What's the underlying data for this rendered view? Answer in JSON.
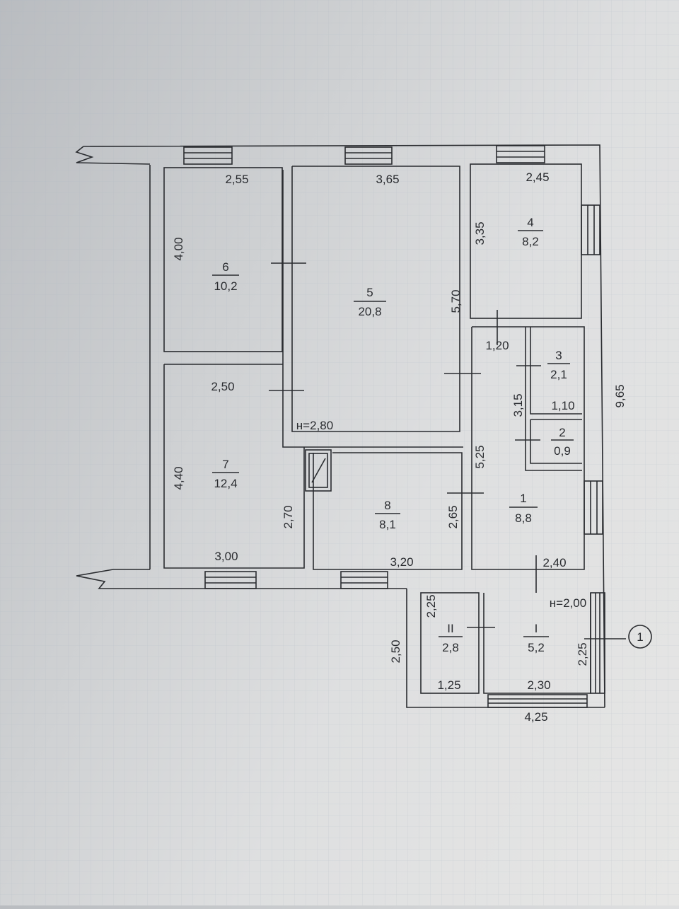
{
  "rooms": [
    {
      "id": "1",
      "area": "8,8"
    },
    {
      "id": "2",
      "area": "0,9"
    },
    {
      "id": "3",
      "area": "2,1"
    },
    {
      "id": "4",
      "area": "8,2"
    },
    {
      "id": "5",
      "area": "20,8"
    },
    {
      "id": "6",
      "area": "10,2"
    },
    {
      "id": "7",
      "area": "12,4"
    },
    {
      "id": "8",
      "area": "8,1"
    },
    {
      "id": "I",
      "area": "5,2"
    },
    {
      "id": "II",
      "area": "2,8"
    }
  ],
  "dimensions": {
    "r6_width": "2,55",
    "r6_height": "4,00",
    "r5_width": "3,65",
    "r5_height": "5,70",
    "r4_width": "2,45",
    "r4_height": "3,35",
    "corridor_width": "1,20",
    "r3_height": "3,15",
    "r3_width": "1,10",
    "r1_height": "5,25",
    "r1_width": "2,40",
    "overall_height": "9,65",
    "r7_width_top": "2,50",
    "r7_height": "4,40",
    "r7_width_bottom": "3,00",
    "r8_height_left": "2,70",
    "r8_height_right": "2,65",
    "r8_width": "3,20",
    "ceiling_main": "н=2,80",
    "ceiling_porch": "н=2,00",
    "porch_II_height": "2,25",
    "porch_height": "2,50",
    "porch_II_width": "1,25",
    "porch_I_width": "2,30",
    "porch_total_width": "4,25",
    "porch_I_height": "2,25"
  },
  "marker": {
    "label": "1"
  },
  "colors": {
    "ink": "#2a2c30",
    "grid": "#a9b4c2"
  }
}
